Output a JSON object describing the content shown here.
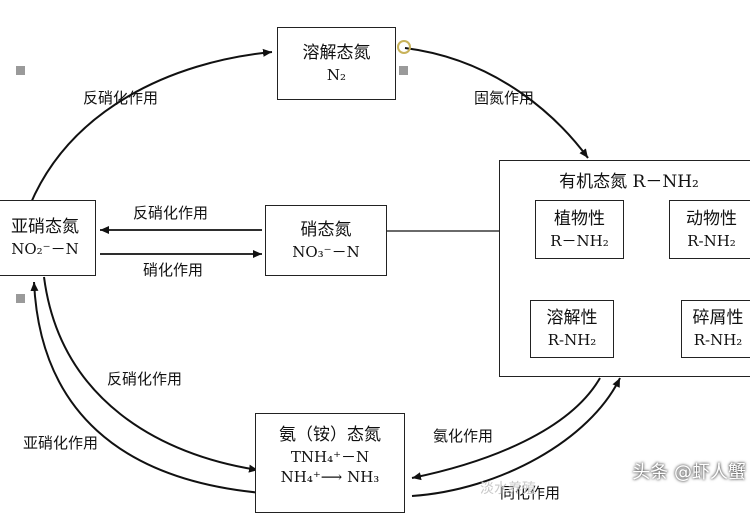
{
  "nodes": {
    "dissolved_n2": {
      "title": "溶解态氮",
      "formula": "N₂"
    },
    "nitrite": {
      "title": "亚硝态氮",
      "formula": "NO₂⁻－N"
    },
    "nitrate": {
      "title": "硝态氮",
      "formula": "NO₃⁻－N"
    },
    "organic": {
      "title": "有机态氮 R－NH₂"
    },
    "plant": {
      "title": "植物性",
      "formula": "R－NH₂"
    },
    "animal": {
      "title": "动物性",
      "formula": "R-NH₂"
    },
    "soluble": {
      "title": "溶解性",
      "formula": "R-NH₂"
    },
    "detritus": {
      "title": "碎屑性",
      "formula": "R-NH₂"
    },
    "ammonia": {
      "title": "氨（铵）态氮",
      "line2": "TNH₄⁺－N",
      "line3": "NH₄⁺⟶ NH₃"
    }
  },
  "labels": {
    "denitrification_top": "反硝化作用",
    "fixation": "固氮作用",
    "denitrification_mid": "反硝化作用",
    "nitrification": "硝化作用",
    "denitrification_low": "反硝化作用",
    "nitritation": "亚硝化作用",
    "ammonification": "氨化作用",
    "assimilation": "同化作用"
  },
  "watermark": "头条 @虾人蟹",
  "watermark_faint": "淡水养殖"
}
